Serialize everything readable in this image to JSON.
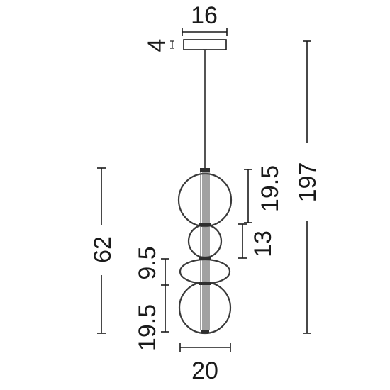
{
  "dimensions": {
    "canopy_width": "16",
    "canopy_height": "4",
    "total_height": "197",
    "top_globe_height": "19.5",
    "second_globe_height": "13",
    "lamp_body_height": "62",
    "third_globe_height": "9.5",
    "bottom_globe_height": "19.5",
    "lamp_width": "20"
  },
  "colors": {
    "line": "#1a1a1a",
    "glass_outline": "#3a3a3a",
    "background": "#ffffff"
  }
}
